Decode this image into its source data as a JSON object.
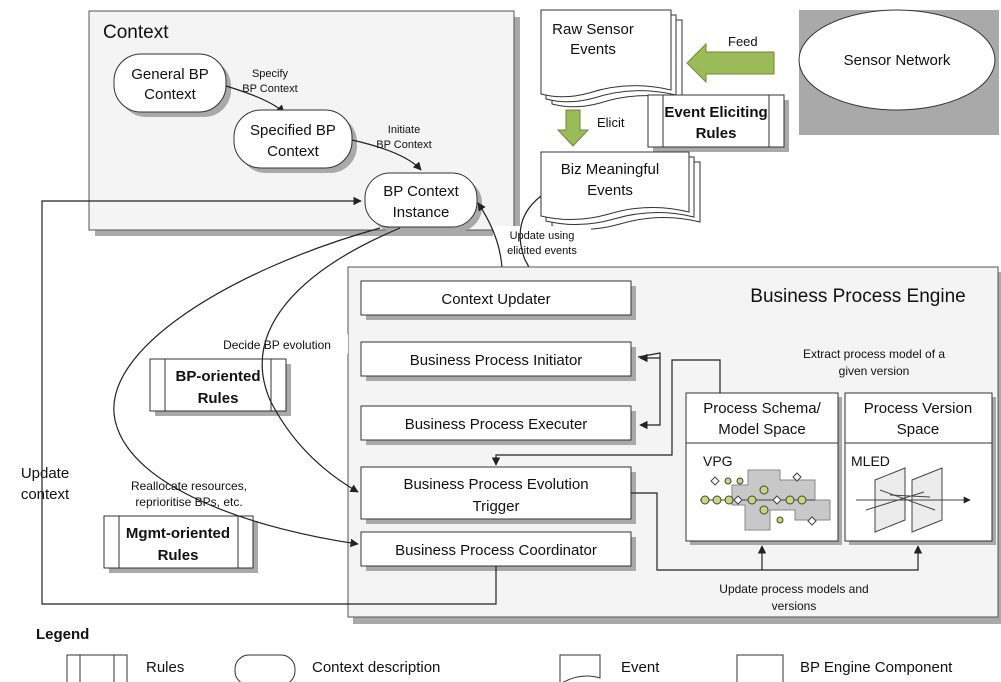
{
  "context": {
    "title": "Context",
    "general": [
      "General BP",
      "Context"
    ],
    "specify": [
      "Specify",
      "BP Context"
    ],
    "specified": [
      "Specified BP",
      "Context"
    ],
    "initiate": [
      "Initiate",
      "BP Context"
    ],
    "instance": [
      "BP Context",
      "Instance"
    ]
  },
  "events": {
    "raw": [
      "Raw Sensor",
      "Events"
    ],
    "feed": "Feed",
    "sensor_network": "Sensor Network",
    "eliciting_rules": [
      "Event Eliciting",
      "Rules"
    ],
    "elicit": "Elicit",
    "biz": [
      "Biz Meaningful",
      "Events"
    ],
    "update_elicited": [
      "Update using",
      "elicited events"
    ]
  },
  "engine": {
    "title": "Business Process Engine",
    "context_updater": "Context Updater",
    "initiator": "Business Process Initiator",
    "executer": "Business Process Executer",
    "evolution": [
      "Business Process Evolution",
      "Trigger"
    ],
    "coordinator": "Business Process Coordinator",
    "extract": [
      "Extract process model of a",
      "given version"
    ],
    "schema_space": [
      "Process Schema/",
      "Model Space"
    ],
    "version_space": [
      "Process Version",
      "Space"
    ],
    "vpg": "VPG",
    "mled": "MLED",
    "update_models": [
      "Update process models and",
      "versions"
    ]
  },
  "rules": {
    "bp_oriented": [
      "BP-oriented",
      "Rules"
    ],
    "mgmt_oriented": [
      "Mgmt-oriented",
      "Rules"
    ],
    "decide": "Decide BP evolution",
    "reallocate": [
      "Reallocate resources,",
      "reprioritise BPs, etc."
    ],
    "update_context": [
      "Update",
      "context"
    ]
  },
  "legend": {
    "title": "Legend",
    "rules": "Rules",
    "context_desc": "Context  description",
    "event": "Event",
    "component": "BP Engine Component"
  },
  "colors": {
    "arrow_fill": "#9bbb59",
    "panel": "#f4f4f4",
    "shadow": "#a9a9a9"
  }
}
